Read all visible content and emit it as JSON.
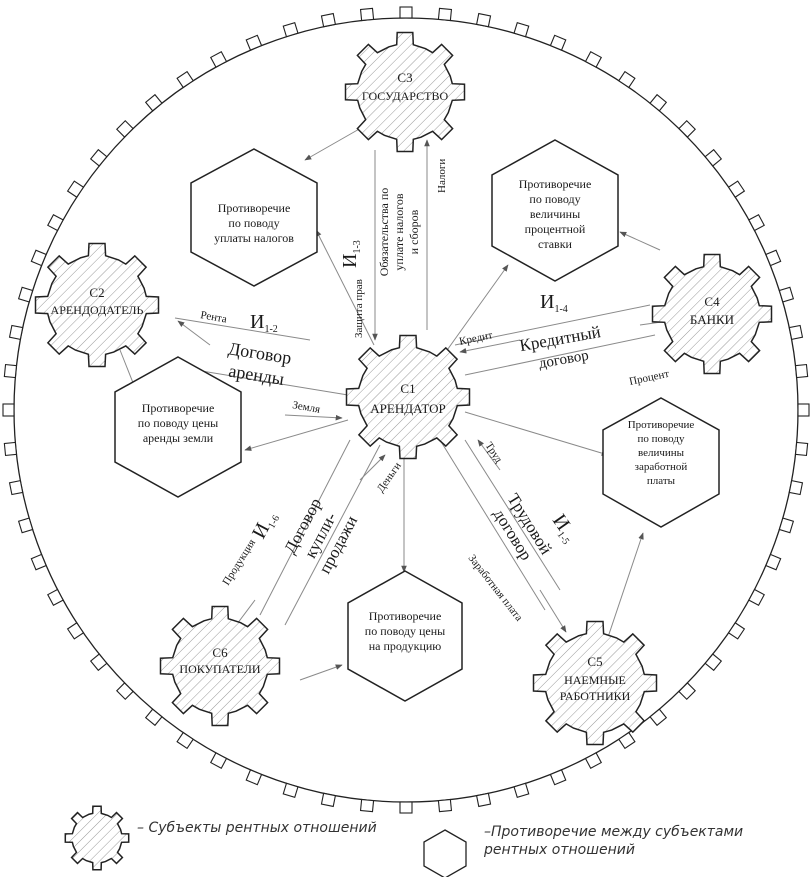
{
  "subjects": {
    "c1": {
      "code": "С1",
      "name": "АРЕНДАТОР"
    },
    "c2": {
      "code": "С2",
      "name": "АРЕНДОДАТЕЛЬ"
    },
    "c3": {
      "code": "С3",
      "name": "ГОСУДАРСТВО"
    },
    "c4": {
      "code": "С4",
      "name": "БАНКИ"
    },
    "c5": {
      "code": "С5",
      "name1": "НАЕМНЫЕ",
      "name2": "РАБОТНИКИ"
    },
    "c6": {
      "code": "С6",
      "name": "ПОКУПАТЕЛИ"
    }
  },
  "contradictions": {
    "taxes": [
      "Противоречие",
      "по поводу",
      "уплаты налогов"
    ],
    "interest": [
      "Противоречие",
      "по поводу",
      "величины",
      "процентной",
      "ставки"
    ],
    "land_rent": [
      "Противоречие",
      "по поводу цены",
      "аренды земли"
    ],
    "wages": [
      "Противоречие",
      "по поводу",
      "величины",
      "заработной",
      "платы"
    ],
    "product_price": [
      "Противоречие",
      "по поводу цены",
      "на продукцию"
    ]
  },
  "interests": {
    "i12": {
      "letter": "И",
      "sub": "1-2"
    },
    "i13": {
      "letter": "И",
      "sub": "1-3"
    },
    "i14": {
      "letter": "И",
      "sub": "1-4"
    },
    "i15": {
      "letter": "И",
      "sub": "1-5"
    },
    "i16": {
      "letter": "И",
      "sub": "1-6"
    }
  },
  "contracts": {
    "lease": [
      "Договор",
      "аренды"
    ],
    "credit": [
      "Кредитный",
      "договор"
    ],
    "labor": [
      "Трудовой",
      "договор"
    ],
    "sale": [
      "Договор",
      "купли-",
      "продажи"
    ],
    "tax": [
      "Обязательства по",
      "уплате налогов",
      "и сборов"
    ]
  },
  "flows": {
    "rent": "Рента",
    "land": "Земля",
    "credit": "Кредит",
    "interest": "Процент",
    "labor": "Труд",
    "wage": "Заработная плата",
    "money": "Деньги",
    "product": "Продукция",
    "protection": "Защита прав",
    "taxes": "Налоги"
  },
  "legend": {
    "gear_label": "– Субъекты рентных отношений",
    "hex_label_line1": "–Противоречие между субъектами",
    "hex_label_line2": "рентных отношений"
  }
}
